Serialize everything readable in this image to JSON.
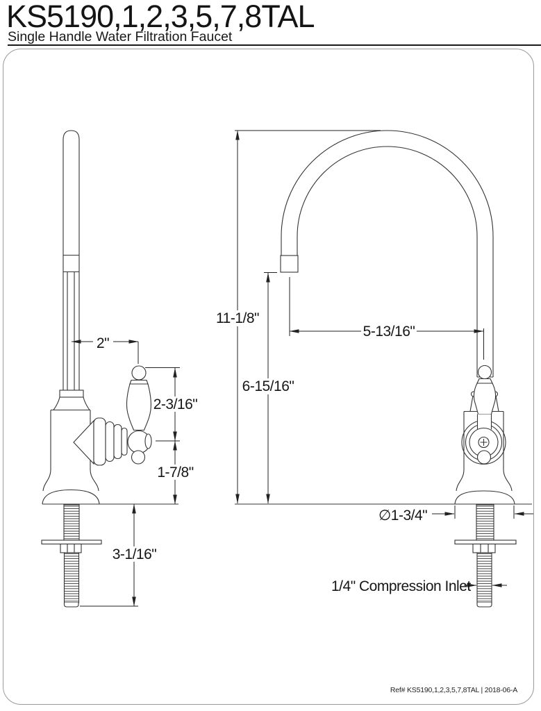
{
  "header": {
    "model": "KS5190,1,2,3,5,7,8TAL",
    "subtitle": "Single Handle Water Filtration Faucet"
  },
  "drawing": {
    "views": [
      "side-view",
      "front-view"
    ],
    "dimensions": {
      "spout_offset": "2\"",
      "handle_height": "2-3/16\"",
      "valve_to_base": "1-7/8\"",
      "shank_length": "3-1/16\"",
      "overall_height": "11-1/8\"",
      "spout_clearance": "6-15/16\"",
      "spout_reach": "5-13/16\"",
      "base_diameter": "∅1-3/4\"",
      "inlet_label": "1/4\" Compression Inlet"
    }
  },
  "footer": {
    "reference": "Ref# KS5190,1,2,3,5,7,8TAL | 2018-06-A"
  },
  "colors": {
    "line": "#333333",
    "dimension": "#222222",
    "text": "#161616",
    "border": "#9a9a9a",
    "background": "#ffffff"
  }
}
